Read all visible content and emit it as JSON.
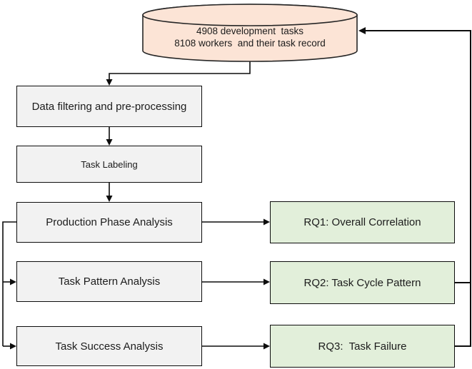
{
  "flowchart": {
    "database": {
      "shape": "cylinder",
      "line1": "4908 development  tasks",
      "line2": "8108 workers  and their task record"
    },
    "process_boxes": [
      {
        "id": "data-filtering",
        "label": "Data filtering and pre-processing"
      },
      {
        "id": "task-labeling",
        "label": "Task Labeling"
      },
      {
        "id": "production-phase-analysis",
        "label": "Production Phase Analysis"
      },
      {
        "id": "task-pattern-analysis",
        "label": "Task Pattern Analysis"
      },
      {
        "id": "task-success-analysis",
        "label": "Task Success Analysis"
      }
    ],
    "rq_boxes": [
      {
        "id": "rq1",
        "label": "RQ1: Overall Correlation"
      },
      {
        "id": "rq2",
        "label": "RQ2: Task Cycle Pattern"
      },
      {
        "id": "rq3",
        "label": "RQ3:  Task Failure"
      }
    ],
    "colors": {
      "database_fill": "#fce4d6",
      "process_fill": "#f2f2f2",
      "rq_fill": "#e2efda",
      "border": "#0d0d0d",
      "connector": "#0d0d0d",
      "text": "#1c1c1c"
    }
  }
}
